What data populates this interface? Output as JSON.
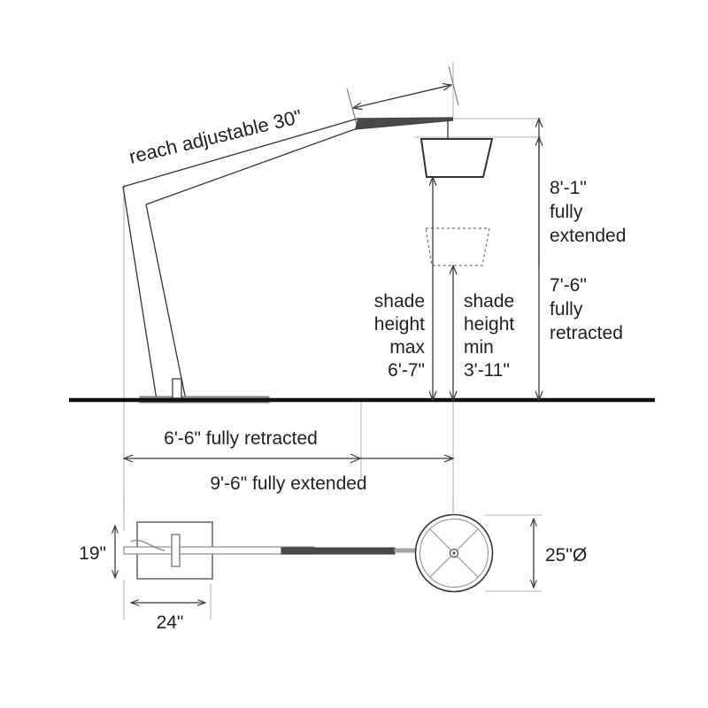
{
  "drawing": {
    "title": "Lamp dimensional specification drawing",
    "colors": {
      "line": "#3a3a3a",
      "outline": "#231f20",
      "thin": "#555555",
      "extension": "#b3b3b3",
      "floor": "#111111",
      "base_fill": "#9a9a9a",
      "text": "#231f20",
      "dashed": "#6f6f6f",
      "background": "#ffffff"
    },
    "elevation": {
      "reach_label": "reach adjustable 30\"",
      "shade_height_max": {
        "line1": "shade",
        "line2": "height",
        "line3": "max",
        "line4": "6'-7\""
      },
      "shade_height_min": {
        "line1": "shade",
        "line2": "height",
        "line3": "min",
        "line4": "3'-11\""
      },
      "overall_extended": {
        "line1": "8'-1\"",
        "line2": "fully",
        "line3": "extended"
      },
      "overall_retracted": {
        "line1": "7'-6\"",
        "line2": "fully",
        "line3": "retracted"
      },
      "reach_retracted": "6'-6\" fully retracted",
      "reach_extended": "9'-6\" fully extended"
    },
    "plan": {
      "base_depth": "19\"",
      "base_width": "24\"",
      "shade_diameter": "25\"Ø"
    }
  }
}
